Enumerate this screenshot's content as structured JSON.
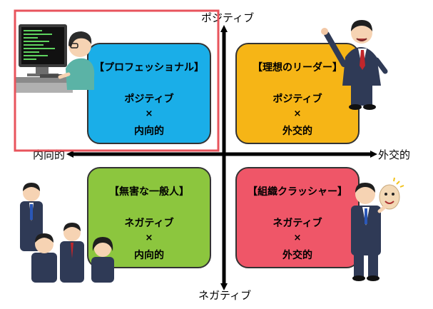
{
  "axes": {
    "top": "ポジティブ",
    "bottom": "ネガティブ",
    "left": "内向的",
    "right": "外交的"
  },
  "quadrants": [
    {
      "id": "top-left",
      "title": "【プロフェッショナル】",
      "line1": "ポジティブ",
      "times": "×",
      "line2": "内向的",
      "color": "#1aaee8"
    },
    {
      "id": "top-right",
      "title": "【理想のリーダー】",
      "line1": "ポジティブ",
      "times": "×",
      "line2": "外交的",
      "color": "#f6b516"
    },
    {
      "id": "bottom-left",
      "title": "【無害な一般人】",
      "line1": "ネガティブ",
      "times": "×",
      "line2": "内向的",
      "color": "#8cc63e"
    },
    {
      "id": "bottom-right",
      "title": "【組織クラッシャー】",
      "line1": "ネガティブ",
      "times": "×",
      "line2": "外交的",
      "color": "#ef5668"
    }
  ],
  "highlight_color": "#e8545c"
}
